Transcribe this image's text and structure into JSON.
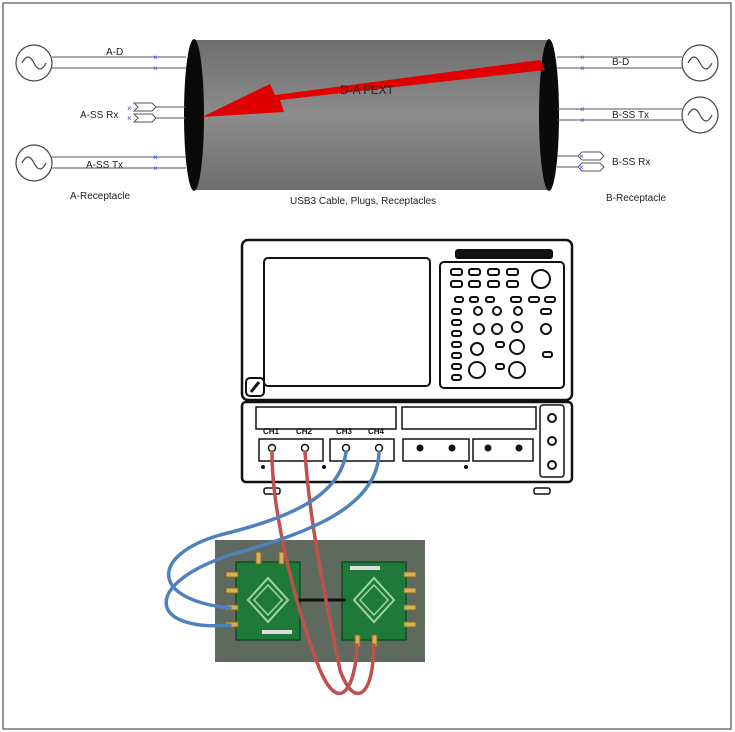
{
  "labels": {
    "a_d": "A-D",
    "a_ss_rx": "A-SS Rx",
    "a_ss_tx": "A-SS Tx",
    "a_receptacle": "A-Receptacle",
    "b_d": "B-D",
    "b_ss_tx": "B-SS Tx",
    "b_ss_rx": "B-SS Rx",
    "b_receptacle": "B-Receptacle",
    "cable_caption": "USB3 Cable, Plugs, Receptacles",
    "fext_arrow": "D-A FEXT"
  },
  "scope": {
    "channels": [
      "CH1",
      "CH2",
      "CH3",
      "CH4"
    ]
  },
  "colors": {
    "cable_body": "#808080",
    "fext_arrow": "#e00000",
    "probe_red": "#c0504d",
    "probe_blue": "#4f81bd",
    "board_green": "#1f7a3a",
    "board_bg": "#5f6a5e"
  }
}
